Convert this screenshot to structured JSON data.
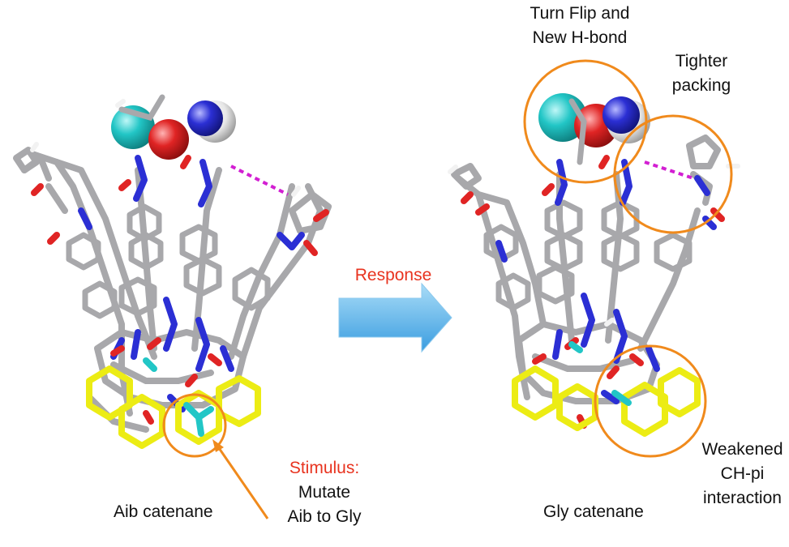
{
  "labels": {
    "turn_flip": [
      "Turn Flip and",
      "New H-bond"
    ],
    "tighter": [
      "Tighter",
      "packing"
    ],
    "response": "Response",
    "stimulus_title": "Stimulus:",
    "stimulus_body": [
      "Mutate",
      "Aib to Gly"
    ],
    "aib": "Aib catenane",
    "gly": "Gly catenane",
    "weakened": [
      "Weakened",
      "CH-pi",
      "interaction"
    ]
  },
  "colors": {
    "carbon": "#a8a8ab",
    "nitrogen": "#2b2fd4",
    "oxygen": "#e02424",
    "hydrogen": "#f2f2f2",
    "cyan": "#22c6c6",
    "yellow": "#ecec14",
    "orange": "#f08a1c",
    "hbond": "#d21fd2",
    "arrow_top": "#9ed6f5",
    "arrow_bottom": "#3a9de0",
    "response_text": "#e8331f"
  },
  "icons": [
    "response-arrow-icon",
    "stimulus-pointer-arrow-icon"
  ]
}
